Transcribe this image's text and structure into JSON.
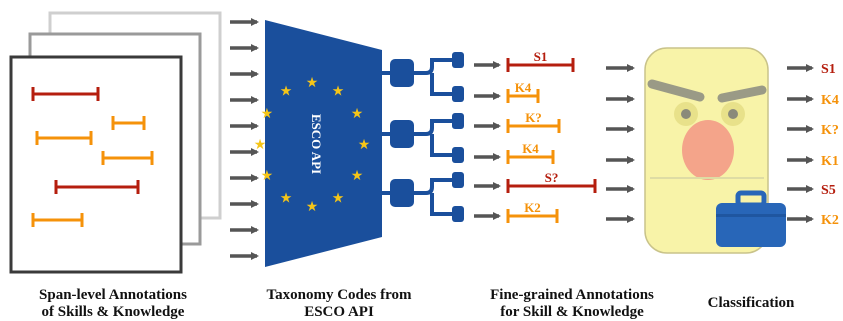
{
  "esco": {
    "title": "ESCO API",
    "flag_blue": "#1a4f9c",
    "star_color": "#f5c518"
  },
  "colors": {
    "skill": "#b51e0e",
    "knowledge": "#f5920a",
    "arrow": "#555555",
    "tree": "#1a4f9c",
    "face": "#f8f3a8",
    "nose": "#f4a48a",
    "case": "#2866b8"
  },
  "annotations": [
    {
      "code": "S1",
      "type": "skill"
    },
    {
      "code": "K4",
      "type": "knowledge"
    },
    {
      "code": "K?",
      "type": "knowledge"
    },
    {
      "code": "K4",
      "type": "knowledge"
    },
    {
      "code": "S?",
      "type": "skill"
    },
    {
      "code": "K2",
      "type": "knowledge"
    }
  ],
  "classification": [
    {
      "code": "S1",
      "type": "skill"
    },
    {
      "code": "K4",
      "type": "knowledge"
    },
    {
      "code": "K?",
      "type": "knowledge"
    },
    {
      "code": "K1",
      "type": "knowledge"
    },
    {
      "code": "S5",
      "type": "skill"
    },
    {
      "code": "K2",
      "type": "knowledge"
    }
  ],
  "captions": {
    "span_level": "Span-level Annotations\nof Skills & Knowledge",
    "taxonomy": "Taxonomy Codes from\nESCO API",
    "fine_grained": "Fine-grained Annotations\nfor Skill & Knowledge",
    "classification": "Classification"
  }
}
